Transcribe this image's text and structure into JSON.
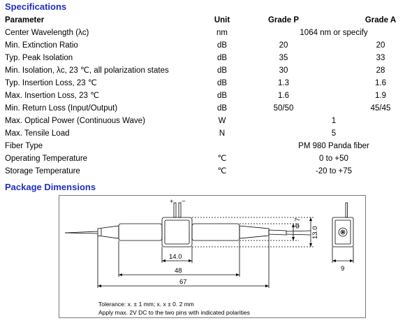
{
  "specifications": {
    "title": "Specifications",
    "headers": {
      "parameter": "Parameter",
      "unit": "Unit",
      "grade_p": "Grade P",
      "grade_a": "Grade A"
    },
    "rows": [
      {
        "parameter": "Center Wavelength (λc)",
        "unit": "nm",
        "span": "1064 nm or specify"
      },
      {
        "parameter": "Min. Extinction Ratio",
        "unit": "dB",
        "grade_p": "20",
        "grade_a": "20"
      },
      {
        "parameter": "Typ. Peak Isolation",
        "unit": "dB",
        "grade_p": "35",
        "grade_a": "33"
      },
      {
        "parameter": "Min. Isolation, λc, 23 ℃, all polarization states",
        "unit": "dB",
        "grade_p": "30",
        "grade_a": "28"
      },
      {
        "parameter": "Typ. Insertion Loss, 23 ℃",
        "unit": "dB",
        "grade_p": "1.3",
        "grade_a": "1.6"
      },
      {
        "parameter": "Max. Insertion Loss, 23 ℃",
        "unit": "dB",
        "grade_p": "1.6",
        "grade_a": "1.9"
      },
      {
        "parameter": "Min. Return Loss (Input/Output)",
        "unit": "dB",
        "grade_p": "50/50",
        "grade_a": "45/45"
      },
      {
        "parameter": "Max. Optical Power (Continuous Wave)",
        "unit": "W",
        "span": "1"
      },
      {
        "parameter": "Max. Tensile Load",
        "unit": "N",
        "span": "5"
      },
      {
        "parameter": "Fiber Type",
        "unit": "",
        "span": "PM 980 Panda fiber"
      },
      {
        "parameter": "Operating Temperature",
        "unit": "℃",
        "span": "0 to +50"
      },
      {
        "parameter": "Storage Temperature",
        "unit": "℃",
        "span": "-20 to +75"
      }
    ]
  },
  "package": {
    "title": "Package Dimensions",
    "pin_plus": "+",
    "pin_minus": "−",
    "dim_body": "14.0",
    "dim_48": "48",
    "dim_67": "67",
    "dim_diameter": "Φ 7",
    "dim_height": "13.0",
    "dim_width": "9",
    "tolerance": "Tolerance: x. ± 1 mm; x. x ± 0. 2 mm",
    "apply_note": "Apply max. 2V DC to the two pins with indicated polarities"
  }
}
